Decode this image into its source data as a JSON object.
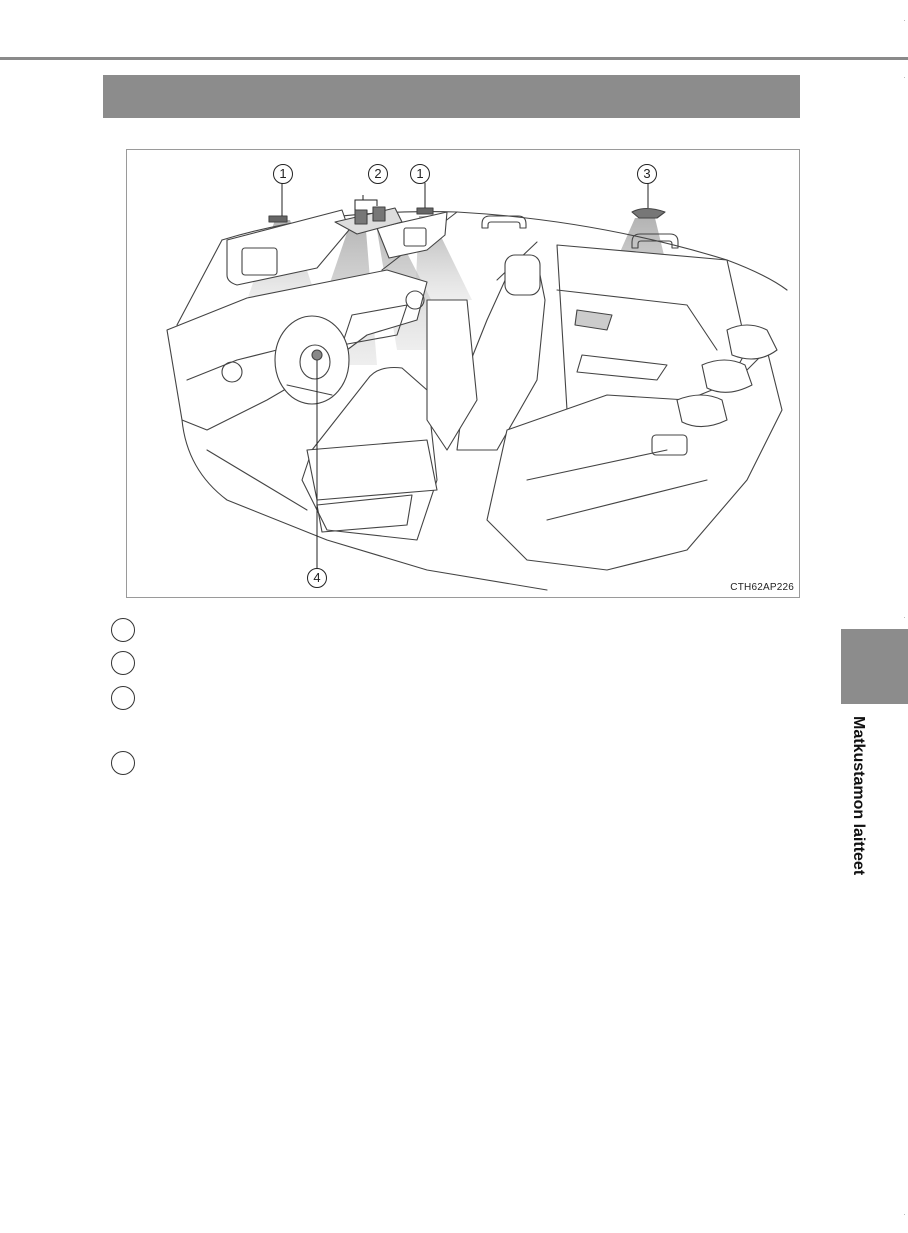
{
  "figure": {
    "code": "CTH62AP226",
    "callouts": [
      {
        "num": "1"
      },
      {
        "num": "2"
      },
      {
        "num": "1"
      },
      {
        "num": "3"
      },
      {
        "num": "4"
      }
    ]
  },
  "side_tab": {
    "label": "Matkustamon laitteet"
  }
}
